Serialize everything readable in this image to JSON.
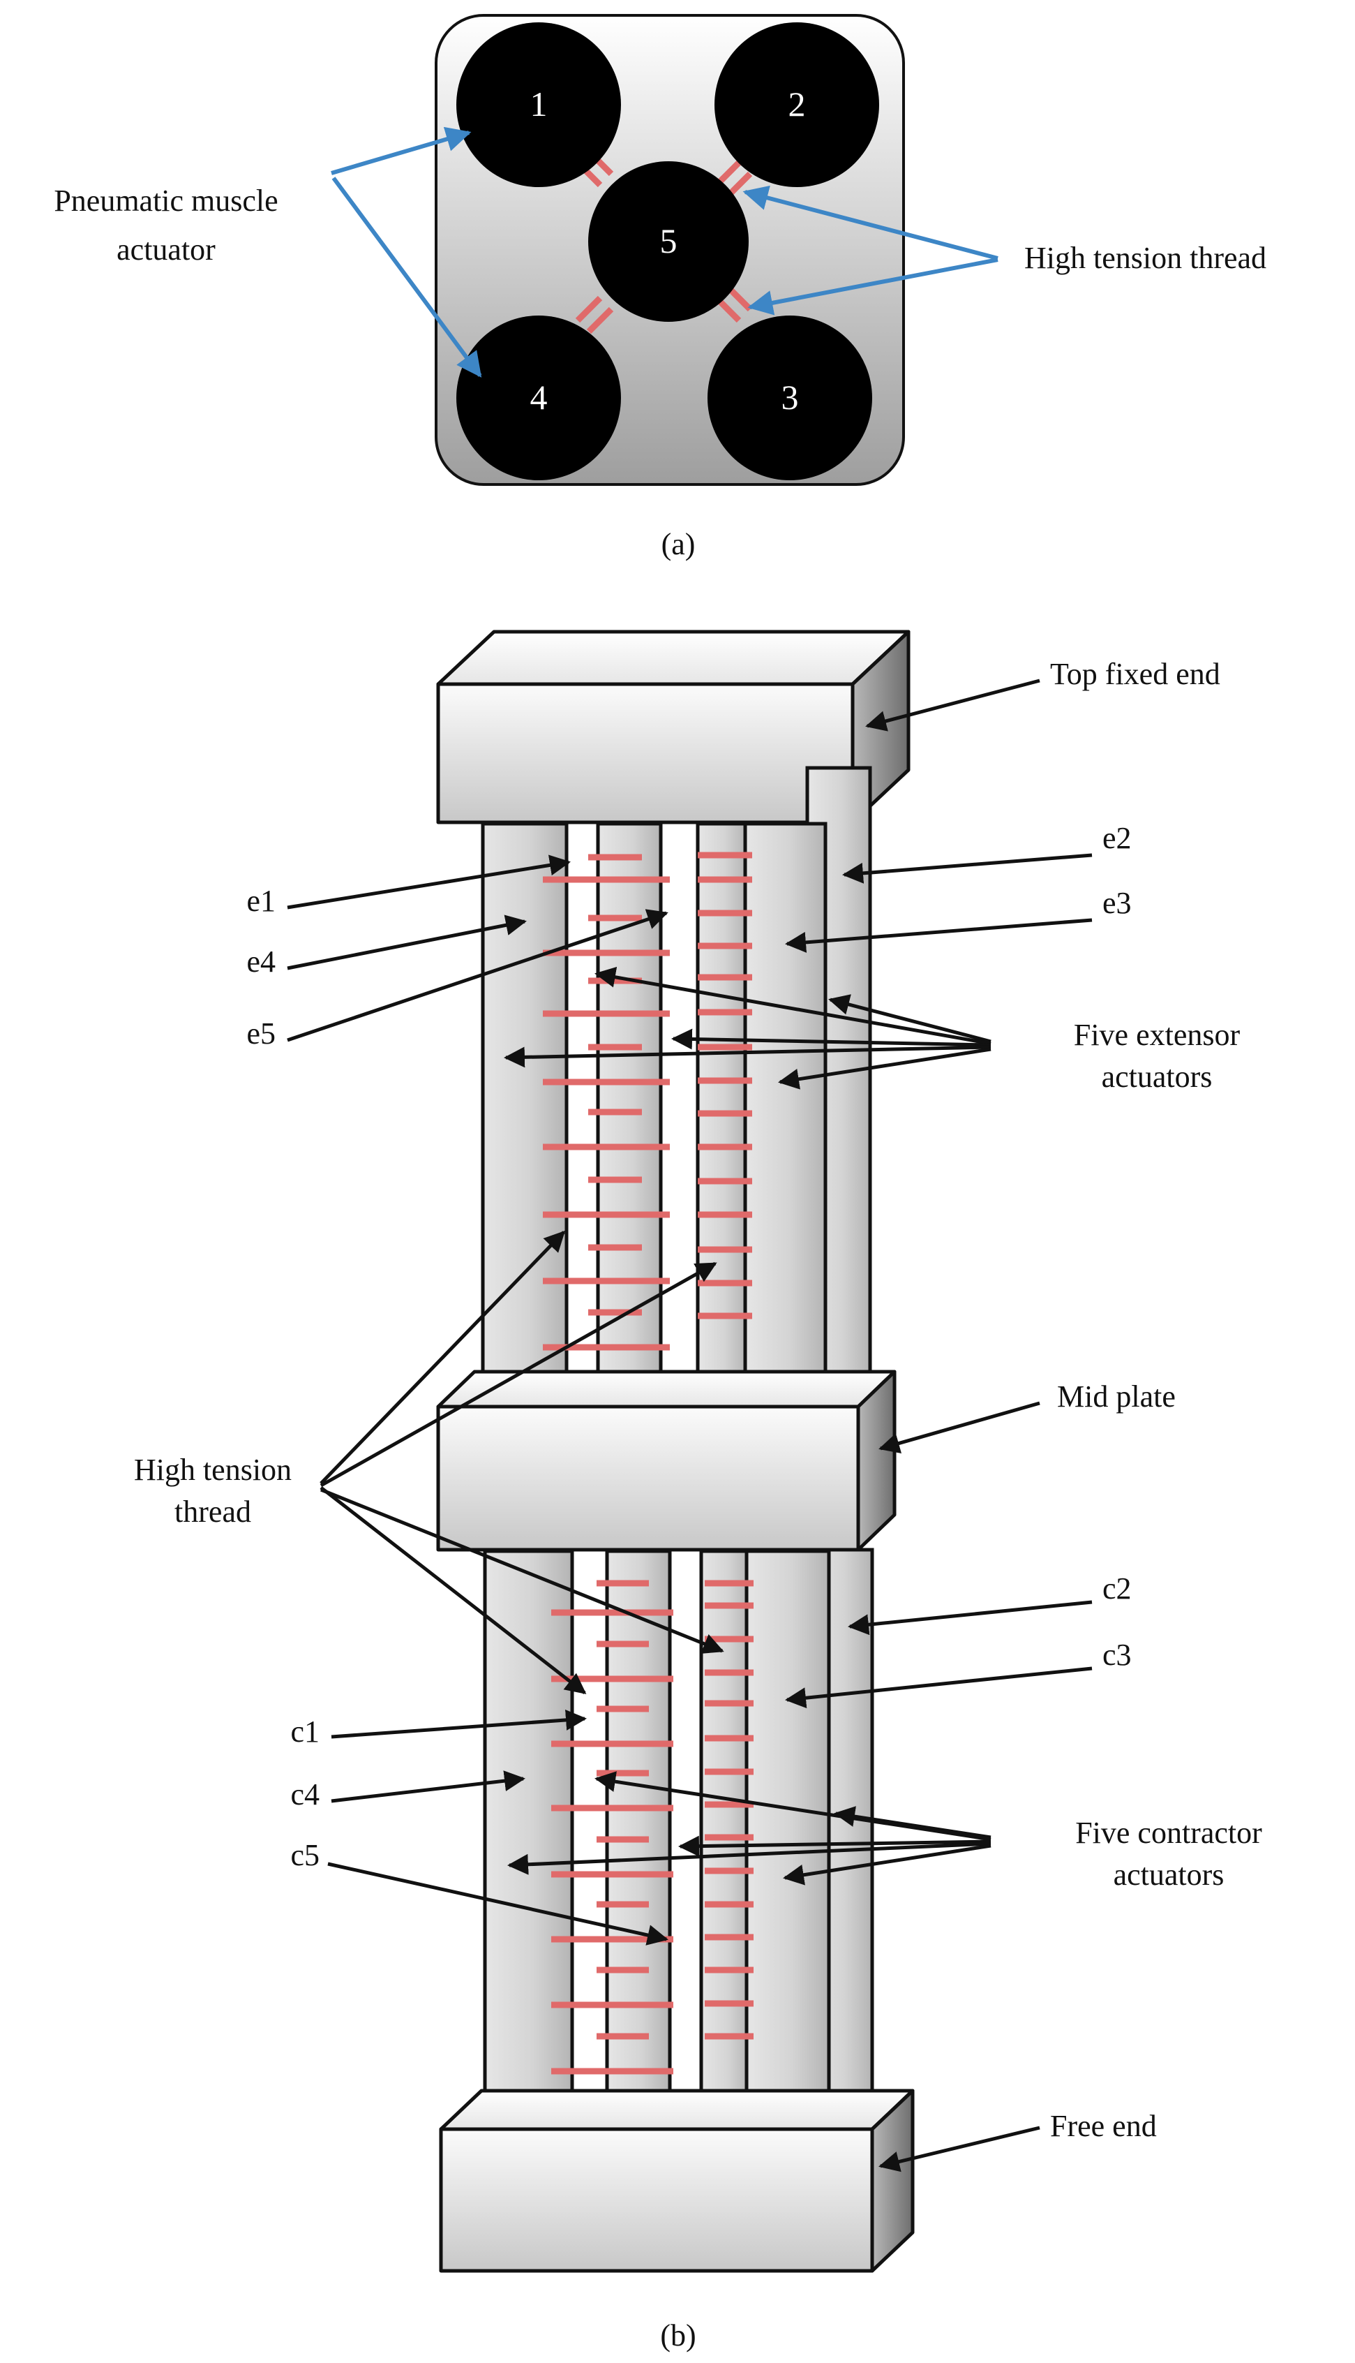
{
  "colors": {
    "thread": "#e06a6a",
    "pointer_blue": "#3d86c6",
    "pointer_black": "#111111",
    "plate_fill_light": "#f4f4f4",
    "plate_fill_dark": "#9a9a9a",
    "actuator_fill": "#dadada",
    "cross_section_circle": "#000000"
  },
  "panel_a": {
    "caption": "(a)",
    "circle_numbers": [
      "1",
      "2",
      "3",
      "4",
      "5"
    ],
    "labels": {
      "pneumatic_line1": "Pneumatic muscle",
      "pneumatic_line2": "actuator",
      "high_tension_thread": "High tension thread"
    }
  },
  "panel_b": {
    "caption": "(b)",
    "labels": {
      "top_fixed_end": "Top fixed end",
      "mid_plate": "Mid plate",
      "free_end": "Free end",
      "e1": "e1",
      "e2": "e2",
      "e3": "e3",
      "e4": "e4",
      "e5": "e5",
      "c1": "c1",
      "c2": "c2",
      "c3": "c3",
      "c4": "c4",
      "c5": "c5",
      "five_extensor_line1": "Five extensor",
      "five_extensor_line2": "actuators",
      "five_contractor_line1": "Five contractor",
      "five_contractor_line2": "actuators",
      "high_tension_line1": "High tension",
      "high_tension_line2": "thread"
    }
  }
}
